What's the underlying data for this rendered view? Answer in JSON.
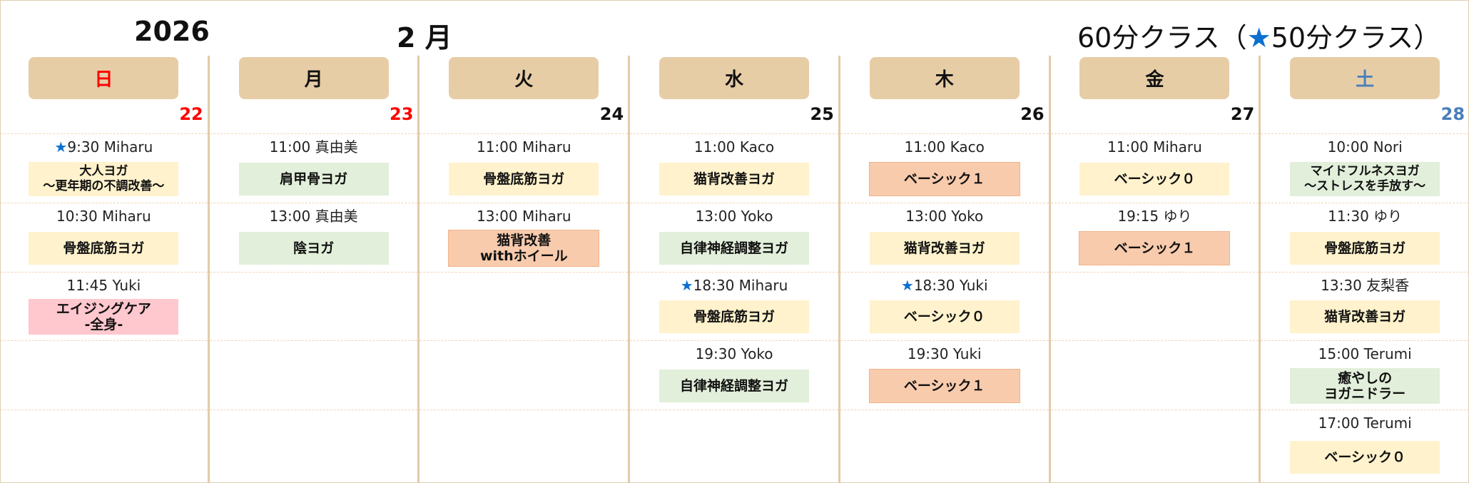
{
  "header": {
    "year": "2026",
    "month": "2 月",
    "note_prefix": "60分クラス（",
    "note_star": "★",
    "note_suffix": "50分クラス）"
  },
  "colors": {
    "yellow": "#fff2cc",
    "green": "#e2efda",
    "pink": "#ffc7ce",
    "orange": "#f8cbad",
    "sunday": "#ff0000",
    "saturday": "#4a7ebb"
  },
  "days": [
    {
      "name": "日",
      "date": "22",
      "color": "#ff0000",
      "date_color": "#ff0000",
      "slots": [
        {
          "star": "★",
          "time": "9:30 Miharu",
          "class": "大人ヨガ\n～更年期の不調改善～",
          "tone": "yellow",
          "small": true
        },
        {
          "time": "10:30 Miharu",
          "class": "骨盤底筋ヨガ",
          "tone": "yellow"
        },
        {
          "time": "11:45 Yuki",
          "class": "エイジングケア\n-全身-",
          "tone": "pink"
        }
      ]
    },
    {
      "name": "月",
      "date": "23",
      "color": "#111111",
      "date_color": "#ff0000",
      "slots": [
        {
          "time": "11:00 真由美",
          "class": "肩甲骨ヨガ",
          "tone": "green"
        },
        {
          "time": "13:00 真由美",
          "class": "陰ヨガ",
          "tone": "green"
        }
      ]
    },
    {
      "name": "火",
      "date": "24",
      "color": "#111111",
      "date_color": "#111111",
      "slots": [
        {
          "time": "11:00 Miharu",
          "class": "骨盤底筋ヨガ",
          "tone": "yellow"
        },
        {
          "time": "13:00 Miharu",
          "class": "猫背改善\nwithホイール",
          "tone": "orange"
        }
      ]
    },
    {
      "name": "水",
      "date": "25",
      "color": "#111111",
      "date_color": "#111111",
      "slots": [
        {
          "time": "11:00 Kaco",
          "class": "猫背改善ヨガ",
          "tone": "yellow"
        },
        {
          "time": "13:00 Yoko",
          "class": "自律神経調整ヨガ",
          "tone": "green"
        },
        {
          "star": "★",
          "time": "18:30 Miharu",
          "class": "骨盤底筋ヨガ",
          "tone": "yellow"
        },
        {
          "time": "19:30 Yoko",
          "class": "自律神経調整ヨガ",
          "tone": "green"
        }
      ]
    },
    {
      "name": "木",
      "date": "26",
      "color": "#111111",
      "date_color": "#111111",
      "slots": [
        {
          "time": "11:00 Kaco",
          "class": "ベーシック１",
          "tone": "orange"
        },
        {
          "time": "13:00 Yoko",
          "class": "猫背改善ヨガ",
          "tone": "yellow"
        },
        {
          "star": "★",
          "time": "18:30 Yuki",
          "class": "ベーシック０",
          "tone": "yellow"
        },
        {
          "time": "19:30 Yuki",
          "class": "ベーシック１",
          "tone": "orange"
        }
      ]
    },
    {
      "name": "金",
      "date": "27",
      "color": "#111111",
      "date_color": "#111111",
      "slots": [
        {
          "time": "11:00 Miharu",
          "class": "ベーシック０",
          "tone": "yellow"
        },
        {
          "time": "19:15 ゆり",
          "class": "ベーシック１",
          "tone": "orange"
        }
      ]
    },
    {
      "name": "土",
      "date": "28",
      "color": "#4a7ebb",
      "date_color": "#4a7ebb",
      "slots": [
        {
          "time": "10:00 Nori",
          "class": "マイドフルネスヨガ\n～ストレスを手放す～",
          "tone": "green",
          "small": true
        },
        {
          "time": "11:30 ゆり",
          "class": "骨盤底筋ヨガ",
          "tone": "yellow"
        },
        {
          "time": "13:30 友梨香",
          "class": "猫背改善ヨガ",
          "tone": "yellow"
        },
        {
          "time": "15:00 Terumi",
          "class": "癒やしの\nヨガニドラー",
          "tone": "green"
        },
        {
          "time": "17:00 Terumi",
          "class": "ベーシック０",
          "tone": "yellow"
        }
      ]
    }
  ]
}
